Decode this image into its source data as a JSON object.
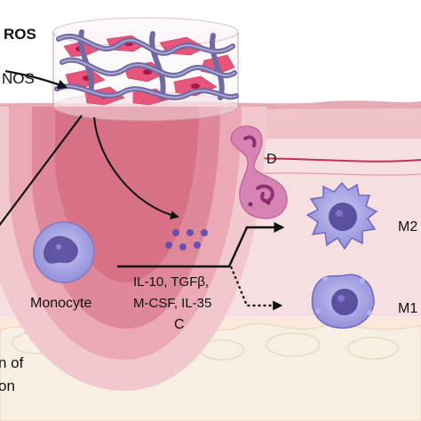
{
  "labels": {
    "ros": "ROS",
    "nos": "NOS",
    "d": "D",
    "m2": "M2",
    "m1": "M1",
    "monocyte": "Monocyte",
    "cytokines_line1": "IL-10, TGFβ,",
    "cytokines_line2": "M-CSF, IL-35",
    "c": "C",
    "bottom_left_line1": "n of",
    "bottom_left_line2": "on"
  },
  "colors": {
    "ros": "#b3123a",
    "epidermis": "#efc3c8",
    "dermis": "#f6dfe0",
    "hypodermis": "#fbe9de",
    "fat": "#f7f0e3",
    "zone_outer": "#f2c8cf",
    "zone_mid": "#eaa9b5",
    "zone_inner": "#dd8294",
    "zone_core": "#cd5f76",
    "fiber": "#7b76aa",
    "cell_pink": "#e7557b",
    "macrophage": "#9d9be0",
    "nucleus": "#4a3e91",
    "dots": "#6a4fb3",
    "neutrophil": "#d783b3"
  }
}
